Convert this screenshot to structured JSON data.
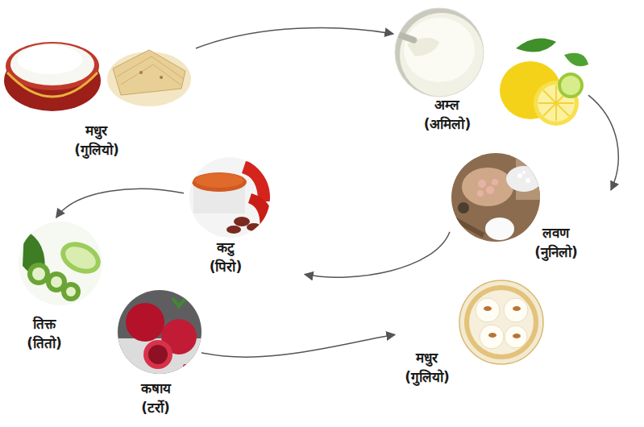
{
  "diagram": {
    "nodes": [
      {
        "text": [
          "मधुर",
          "(गुलियो)"
        ]
      },
      {
        "text": [
          "अम्ल",
          "(अमिलो)"
        ]
      },
      {
        "text": [
          "लवण",
          "(नुनिलो)"
        ]
      },
      {
        "text": [
          "कटु",
          "(पिरो)"
        ]
      },
      {
        "text": [
          "तिक्त",
          "(तितो)"
        ]
      },
      {
        "text": [
          "कषाय",
          "(टर्रो)"
        ]
      },
      {
        "text": [
          "मधुर",
          "(गुलियो)"
        ]
      }
    ],
    "edges": [
      {
        "from": 0,
        "to": 1,
        "arrow": "to"
      },
      {
        "from": 1,
        "to": 2,
        "arrow": "to"
      },
      {
        "from": 2,
        "to": 3,
        "arrow": "to"
      },
      {
        "from": 3,
        "to": 4,
        "arrow": "to"
      },
      {
        "from": 5,
        "to": 6,
        "arrow": "to"
      }
    ]
  }
}
